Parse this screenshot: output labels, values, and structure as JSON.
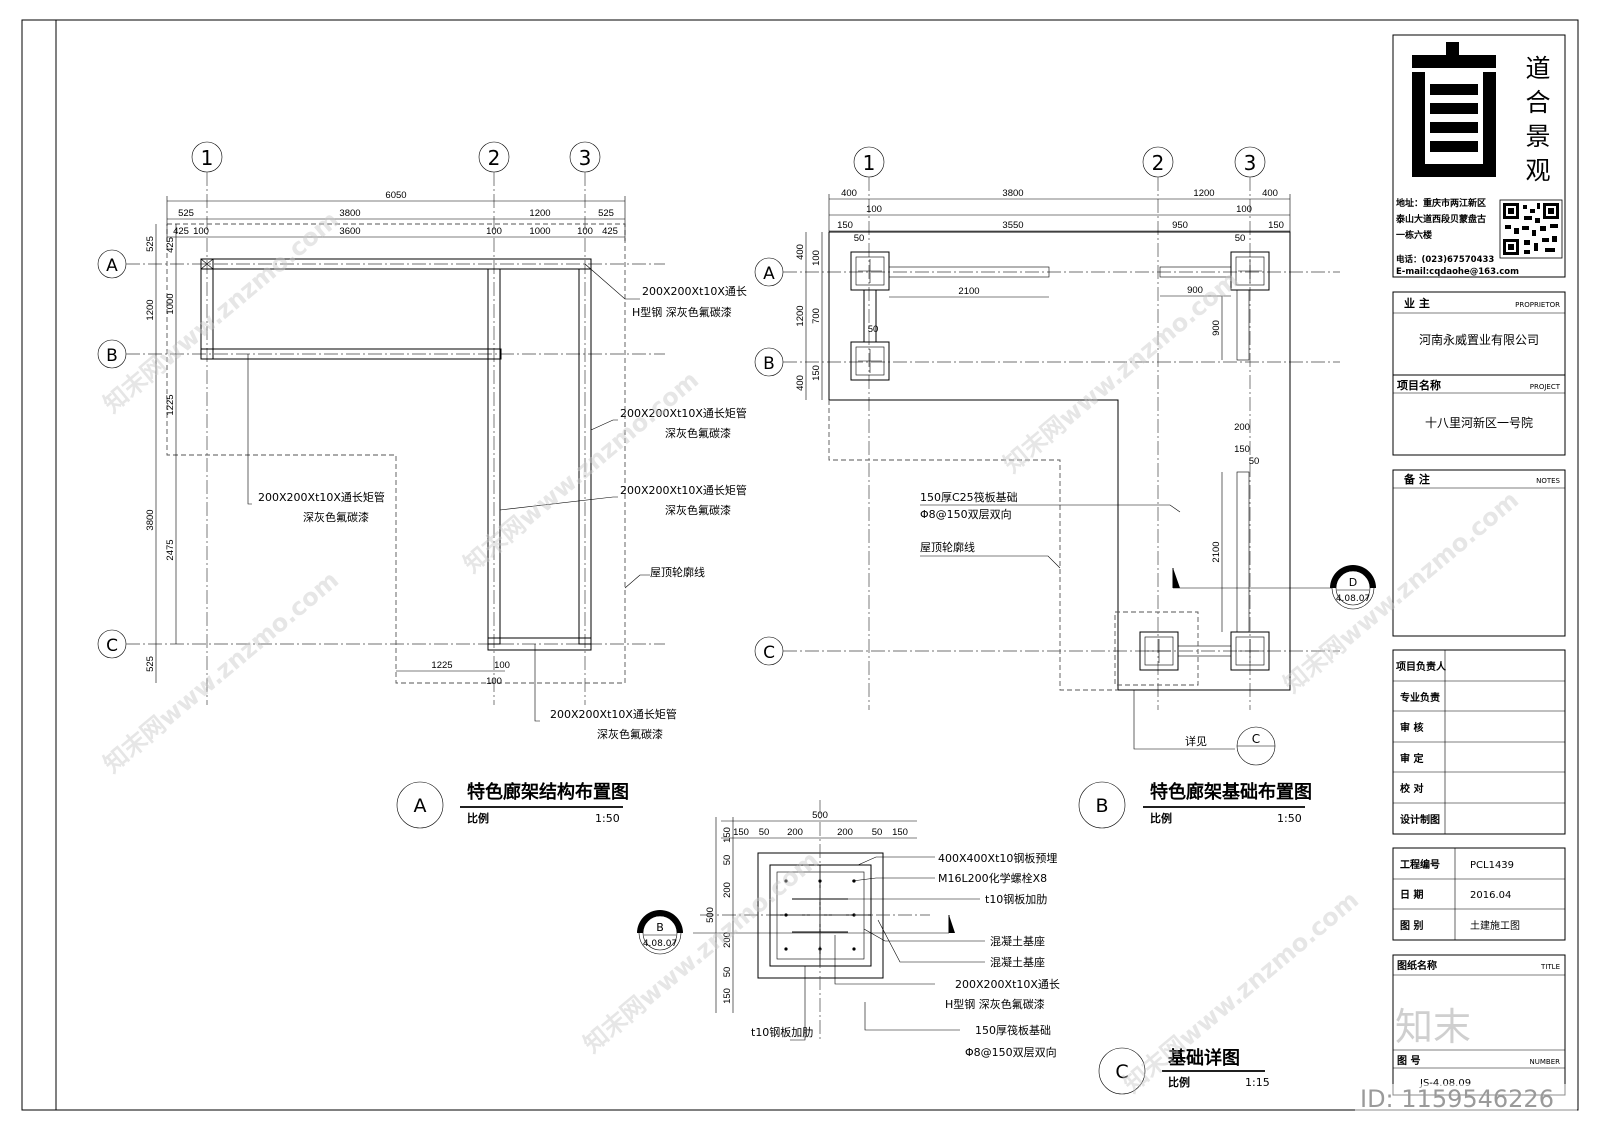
{
  "drawing_a": {
    "title": "特色廊架结构布置图",
    "circle": "A",
    "scale_label": "比例",
    "scale": "1:50",
    "axes": [
      "1",
      "2",
      "3"
    ],
    "rows": [
      "A",
      "B",
      "C"
    ],
    "dims": {
      "total": "6050",
      "d525": "525",
      "d3800": "3800",
      "d1200": "1200",
      "d425": "425",
      "d100": "100",
      "d3600": "3600",
      "d1000": "1000",
      "d1225": "1225",
      "d2475": "2475"
    },
    "notes": [
      "200X200Xt10X通长",
      "H型钢 深灰色氟碳漆",
      "200X200Xt10X通长矩管",
      "深灰色氟碳漆",
      "屋顶轮廓线"
    ]
  },
  "drawing_b": {
    "title": "特色廊架基础布置图",
    "circle": "B",
    "scale_label": "比例",
    "scale": "1:50",
    "axes": [
      "1",
      "2",
      "3"
    ],
    "rows": [
      "A",
      "B",
      "C"
    ],
    "dims": {
      "d400": "400",
      "d3800": "3800",
      "d1200": "1200",
      "d100": "100",
      "d150": "150",
      "d3550": "3550",
      "d950": "950",
      "d50": "50",
      "d2100": "2100",
      "d900": "900",
      "d700": "700",
      "d200": "200"
    },
    "notes": [
      "150厚C25筏板基础",
      "Φ8@150双层双向",
      "屋顶轮廓线",
      "详见"
    ],
    "section_d": {
      "letter": "D",
      "ref": "4.08.07"
    },
    "detail_c": "C"
  },
  "drawing_c": {
    "title": "基础详图",
    "circle": "C",
    "scale_label": "比例",
    "scale": "1:15",
    "dims": {
      "d500": "500",
      "d150": "150",
      "d50": "50",
      "d200": "200"
    },
    "notes": [
      "400X400Xt10钢板预埋",
      "M16L200化学螺栓X8",
      "t10钢板加肋",
      "混凝土基座",
      "混凝土基座",
      "200X200Xt10X通长",
      "H型钢 深灰色氟碳漆",
      "150厚筏板基础",
      "Φ8@150双层双向",
      "t10钢板加肋"
    ],
    "section_b": {
      "letter": "B",
      "ref": "4.08.07"
    }
  },
  "title_block": {
    "company_lines": [
      "道",
      "合",
      "景",
      "观"
    ],
    "address": [
      "地址：重庆市两江新区",
      "泰山大道西段贝蒙盘古",
      "一栋六楼"
    ],
    "phone": "电话：(023)67570433",
    "email": "E-mail:cqdaohe@163.com",
    "owner_label": "业 主",
    "owner_label_en": "PROPRIETOR",
    "owner": "河南永威置业有限公司",
    "project_label": "项目名称",
    "project_label_en": "PROJECT",
    "project": "十八里河新区一号院",
    "notes_label": "备 注",
    "notes_label_en": "NOTES",
    "roles": [
      "项目负责人",
      "专业负责",
      "审  核",
      "审  定",
      "校  对",
      "设计制图"
    ],
    "info_rows": [
      {
        "label": "工程编号",
        "value": "PCL1439"
      },
      {
        "label": "日  期",
        "value": "2016.04"
      },
      {
        "label": "图  别",
        "value": "土建施工图"
      }
    ],
    "sheet_name_label": "图纸名称",
    "sheet_name_label_en": "TITLE",
    "sheet_no_label": "图 号",
    "sheet_no_label_en": "NUMBER",
    "sheet_no": "JS-4.08.09"
  },
  "watermark": {
    "brand": "知末",
    "id": "ID: 1159546226",
    "site": "知末网www.znzmo.com"
  }
}
